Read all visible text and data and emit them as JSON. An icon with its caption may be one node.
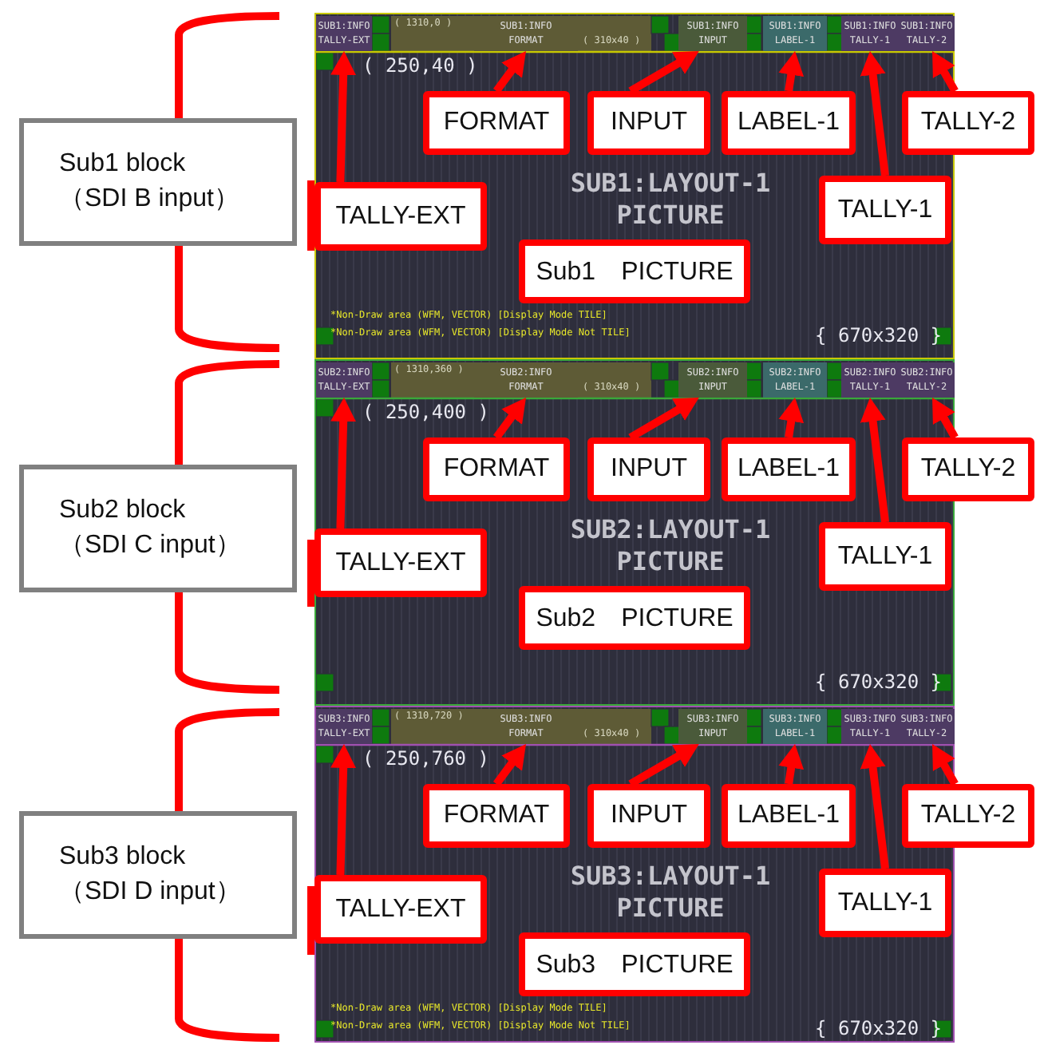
{
  "diagram": {
    "nodes": [
      {
        "text": [
          "Sub1 block （SDI B input）"
        ]
      },
      {
        "text": [
          "( 1310,0 )",
          "( 310x40 )",
          "( 250,40 )",
          "SUB1:LAYOUT-1 PICTURE",
          "*Non-Draw area (WFM, VECTOR) [Display Mode TILE]",
          "*Non-Draw area (WFM, VECTOR) [Display Mode Not TILE]",
          "{ 670x320 }"
        ]
      },
      {
        "text": [
          "SUB1:INFO TALLY-EXT"
        ],
        "in": 1
      },
      {
        "text": [
          "SUB1:INFO FORMAT"
        ],
        "in": 1
      },
      {
        "text": [
          "SUB1:INFO INPUT"
        ],
        "in": 1
      },
      {
        "text": [
          "SUB1:INFO LABEL-1"
        ],
        "in": 1
      },
      {
        "text": [
          "SUB1:INFO TALLY-1"
        ],
        "in": 1
      },
      {
        "text": [
          "SUB1:INFO TALLY-2"
        ],
        "in": 1
      },
      {
        "text": [
          "FORMAT"
        ],
        "in": 1
      },
      {
        "text": [
          "INPUT"
        ],
        "in": 1
      },
      {
        "text": [
          "LABEL-1"
        ],
        "in": 1
      },
      {
        "text": [
          "TALLY-2"
        ]
      },
      {
        "text": [
          "TALLY-EXT"
        ],
        "in": 1
      },
      {
        "text": [
          "TALLY-1"
        ],
        "in": 1
      },
      {
        "text": [
          "Sub1　PICTURE"
        ],
        "in": 1
      },
      {
        "text": [
          "Sub2 block （SDI C input）"
        ]
      },
      {
        "text": [
          "( 1310,360 )",
          "( 310x40 )",
          "( 250,400 )",
          "SUB2:LAYOUT-1 PICTURE",
          "{ 670x320 }"
        ]
      },
      {
        "text": [
          "SUB2:INFO TALLY-EXT"
        ],
        "in": 16
      },
      {
        "text": [
          "SUB2:INFO FORMAT"
        ],
        "in": 16
      },
      {
        "text": [
          "SUB2:INFO INPUT"
        ],
        "in": 16
      },
      {
        "text": [
          "SUB2:INFO LABEL-1"
        ],
        "in": 16
      },
      {
        "text": [
          "SUB2:INFO TALLY-1"
        ],
        "in": 16
      },
      {
        "text": [
          "SUB2:INFO TALLY-2"
        ],
        "in": 16
      },
      {
        "text": [
          "FORMAT"
        ],
        "in": 16
      },
      {
        "text": [
          "INPUT"
        ],
        "in": 16
      },
      {
        "text": [
          "LABEL-1"
        ],
        "in": 16
      },
      {
        "text": [
          "TALLY-2"
        ]
      },
      {
        "text": [
          "TALLY-EXT"
        ],
        "in": 16
      },
      {
        "text": [
          "TALLY-1"
        ],
        "in": 16
      },
      {
        "text": [
          "Sub2　PICTURE"
        ],
        "in": 16
      },
      {
        "text": [
          "Sub3 block （SDI D input）"
        ]
      },
      {
        "text": [
          "( 1310,720 )",
          "( 310x40 )",
          "( 250,760 )",
          "SUB3:LAYOUT-1 PICTURE",
          "*Non-Draw area (WFM, VECTOR) [Display Mode TILE]",
          "*Non-Draw area (WFM, VECTOR) [Display Mode Not TILE]",
          "{ 670x320 }"
        ]
      },
      {
        "text": [
          "SUB3:INFO TALLY-EXT"
        ],
        "in": 31
      },
      {
        "text": [
          "SUB3:INFO FORMAT"
        ],
        "in": 31
      },
      {
        "text": [
          "SUB3:INFO INPUT"
        ],
        "in": 31
      },
      {
        "text": [
          "SUB3:INFO LABEL-1"
        ],
        "in": 31
      },
      {
        "text": [
          "SUB3:INFO TALLY-1"
        ],
        "in": 31
      },
      {
        "text": [
          "SUB3:INFO TALLY-2"
        ],
        "in": 31
      },
      {
        "text": [
          "FORMAT"
        ],
        "in": 31
      },
      {
        "text": [
          "INPUT"
        ],
        "in": 31
      },
      {
        "text": [
          "LABEL-1"
        ],
        "in": 31
      },
      {
        "text": [
          "TALLY-2"
        ]
      },
      {
        "text": [
          "TALLY-EXT"
        ],
        "in": 31
      },
      {
        "text": [
          "TALLY-1"
        ],
        "in": 31
      },
      {
        "text": [
          "Sub3　PICTURE"
        ],
        "in": 31
      }
    ],
    "edges": [
      {
        "from": 8,
        "to": 3,
        "arrow": "to"
      },
      {
        "from": 9,
        "to": 4,
        "arrow": "to"
      },
      {
        "from": 10,
        "to": 5,
        "arrow": "to"
      },
      {
        "from": 11,
        "to": 7,
        "arrow": "to"
      },
      {
        "from": 12,
        "to": 2,
        "arrow": "to"
      },
      {
        "from": 13,
        "to": 6,
        "arrow": "to"
      },
      {
        "from": 23,
        "to": 18,
        "arrow": "to"
      },
      {
        "from": 24,
        "to": 19,
        "arrow": "to"
      },
      {
        "from": 25,
        "to": 20,
        "arrow": "to"
      },
      {
        "from": 26,
        "to": 22,
        "arrow": "to"
      },
      {
        "from": 27,
        "to": 17,
        "arrow": "to"
      },
      {
        "from": 28,
        "to": 21,
        "arrow": "to"
      },
      {
        "from": 38,
        "to": 33,
        "arrow": "to"
      },
      {
        "from": 39,
        "to": 34,
        "arrow": "to"
      },
      {
        "from": 40,
        "to": 35,
        "arrow": "to"
      },
      {
        "from": 41,
        "to": 37,
        "arrow": "to"
      },
      {
        "from": 42,
        "to": 32,
        "arrow": "to"
      },
      {
        "from": 43,
        "to": 36,
        "arrow": "to"
      }
    ]
  }
}
